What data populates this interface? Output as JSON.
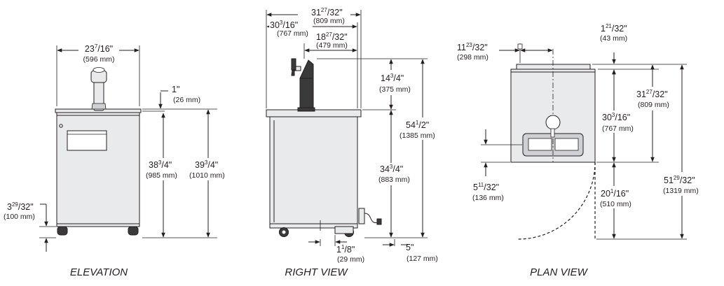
{
  "captions": {
    "elevation": "ELEVATION",
    "right_view": "RIGHT VIEW",
    "plan_view": "PLAN VIEW"
  },
  "dimensions": {
    "elev_width": {
      "whole": "23",
      "sup": "7",
      "den": "/16",
      "unit": "\"",
      "mm": "(596 mm)"
    },
    "elev_counter": {
      "whole": "1",
      "sup": "",
      "den": "",
      "unit": "\"",
      "mm": "(26 mm)"
    },
    "elev_cab_height": {
      "whole": "38",
      "sup": "3",
      "den": "/4",
      "unit": "\"",
      "mm": "(985 mm)"
    },
    "elev_total_height": {
      "whole": "39",
      "sup": "3",
      "den": "/4",
      "unit": "\"",
      "mm": "(1010 mm)"
    },
    "elev_casters": {
      "whole": "3",
      "sup": "29",
      "den": "/32",
      "unit": "\"",
      "mm": "(100 mm)"
    },
    "right_total_depth": {
      "whole": "31",
      "sup": "27",
      "den": "/32",
      "unit": "\"",
      "mm": "(809 mm)"
    },
    "right_cab_depth": {
      "whole": "30",
      "sup": "3",
      "den": "/16",
      "unit": "\"",
      "mm": "(767 mm)"
    },
    "right_tower_pos": {
      "whole": "18",
      "sup": "27",
      "den": "/32",
      "unit": "\"",
      "mm": "(479 mm)"
    },
    "right_tower_height": {
      "whole": "14",
      "sup": "3",
      "den": "/4",
      "unit": "\"",
      "mm": "(375 mm)"
    },
    "right_overall_height": {
      "whole": "54",
      "sup": "1",
      "den": "/2",
      "unit": "\"",
      "mm": "(1385 mm)"
    },
    "right_cab_height": {
      "whole": "34",
      "sup": "3",
      "den": "/4",
      "unit": "\"",
      "mm": "(883 mm)"
    },
    "right_caster_offset": {
      "whole": "1",
      "sup": "1",
      "den": "/8",
      "unit": "\"",
      "mm": "(29 mm)"
    },
    "right_rear_clear": {
      "whole": "5",
      "sup": "",
      "den": "",
      "unit": "\"",
      "mm": "(127 mm)"
    },
    "plan_tower_offset": {
      "whole": "11",
      "sup": "23",
      "den": "/32",
      "unit": "\"",
      "mm": "(298 mm)"
    },
    "plan_top_lip": {
      "whole": "1",
      "sup": "21",
      "den": "/32",
      "unit": "\"",
      "mm": "(43 mm)"
    },
    "plan_total_depth": {
      "whole": "31",
      "sup": "27",
      "den": "/32",
      "unit": "\"",
      "mm": "(809 mm)"
    },
    "plan_cab_depth": {
      "whole": "30",
      "sup": "3",
      "den": "/16",
      "unit": "\"",
      "mm": "(767 mm)"
    },
    "plan_drip_offset": {
      "whole": "5",
      "sup": "11",
      "den": "/32",
      "unit": "\"",
      "mm": "(136 mm)"
    },
    "plan_door_swing": {
      "whole": "20",
      "sup": "1",
      "den": "/16",
      "unit": "\"",
      "mm": "(510 mm)"
    },
    "plan_overall": {
      "whole": "51",
      "sup": "29",
      "den": "/32",
      "unit": "\"",
      "mm": "(1319 mm)"
    }
  }
}
